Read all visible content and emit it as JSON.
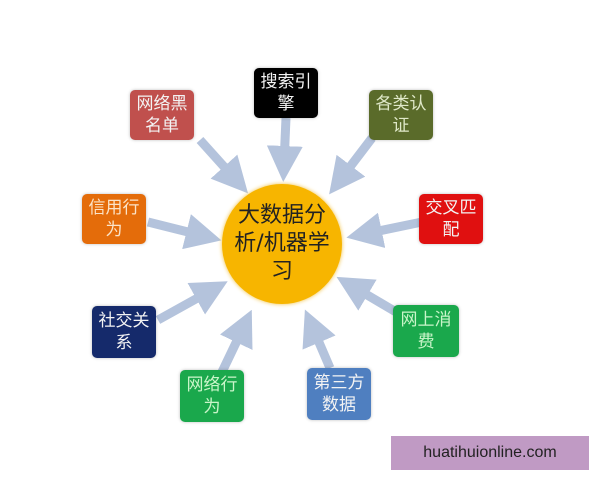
{
  "center": {
    "label": "大数据分析/机器学习",
    "color": "#f7b500"
  },
  "nodes": [
    {
      "label": "网络黑名单",
      "color": "#c0504d"
    },
    {
      "label": "搜索引擎",
      "color": "#000000"
    },
    {
      "label": "各类认证",
      "color": "#5a6b2a"
    },
    {
      "label": "交叉匹配",
      "color": "#e01010"
    },
    {
      "label": "网上消费",
      "color": "#1aa84c"
    },
    {
      "label": "第三方数据",
      "color": "#4f7fc0"
    },
    {
      "label": "网络行为",
      "color": "#1aa84c"
    },
    {
      "label": "社交关系",
      "color": "#152a6b"
    },
    {
      "label": "信用行为",
      "color": "#e46c0a"
    }
  ],
  "arrow_color": "#b4c3dc",
  "watermark": "huatihuionline.com"
}
